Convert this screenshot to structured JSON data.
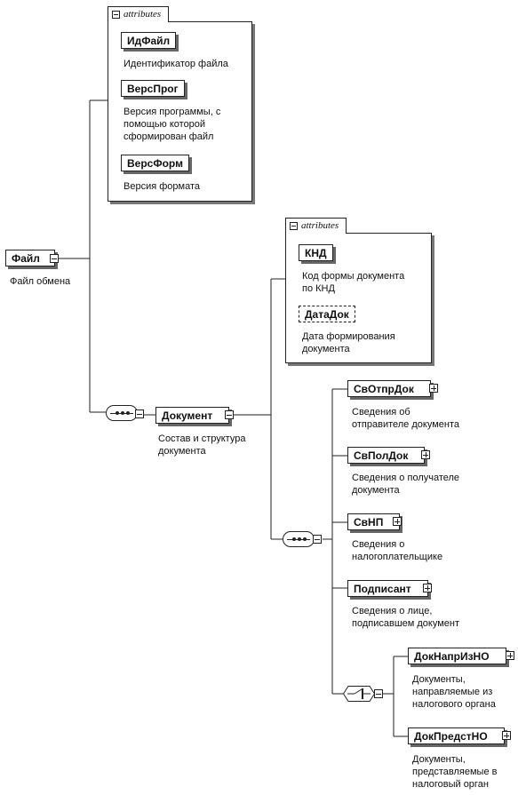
{
  "attributes_label": "attributes",
  "root": {
    "name": "Файл",
    "desc": "Файл обмена"
  },
  "root_attrs": [
    {
      "name": "ИдФайл",
      "desc": "Идентификатор файла"
    },
    {
      "name": "ВерсПрог",
      "desc": "Версия программы, с\nпомощью которой\nсформирован файл"
    },
    {
      "name": "ВерсФорм",
      "desc": "Версия формата"
    }
  ],
  "document": {
    "name": "Документ",
    "desc": "Состав и структура\nдокумента"
  },
  "doc_attrs": [
    {
      "name": "КНД",
      "desc": "Код формы документа\nпо КНД",
      "optional": false
    },
    {
      "name": "ДатаДок",
      "desc": "Дата формирования\nдокумента",
      "optional": true
    }
  ],
  "children": [
    {
      "name": "СвОтпрДок",
      "desc": "Сведения об\nотправителе документа"
    },
    {
      "name": "СвПолДок",
      "desc": "Сведения о получателе\nдокумента"
    },
    {
      "name": "СвНП",
      "desc": "Сведения о\nналогоплательщике"
    },
    {
      "name": "Подписант",
      "desc": "Сведения о лице,\nподписавшем документ"
    }
  ],
  "choice_children": [
    {
      "name": "ДокНапрИзНО",
      "desc": "Документы,\nнаправляемые из\nналогового органа"
    },
    {
      "name": "ДокПредстНО",
      "desc": "Документы,\nпредставляемые в\nналоговый орган"
    }
  ]
}
